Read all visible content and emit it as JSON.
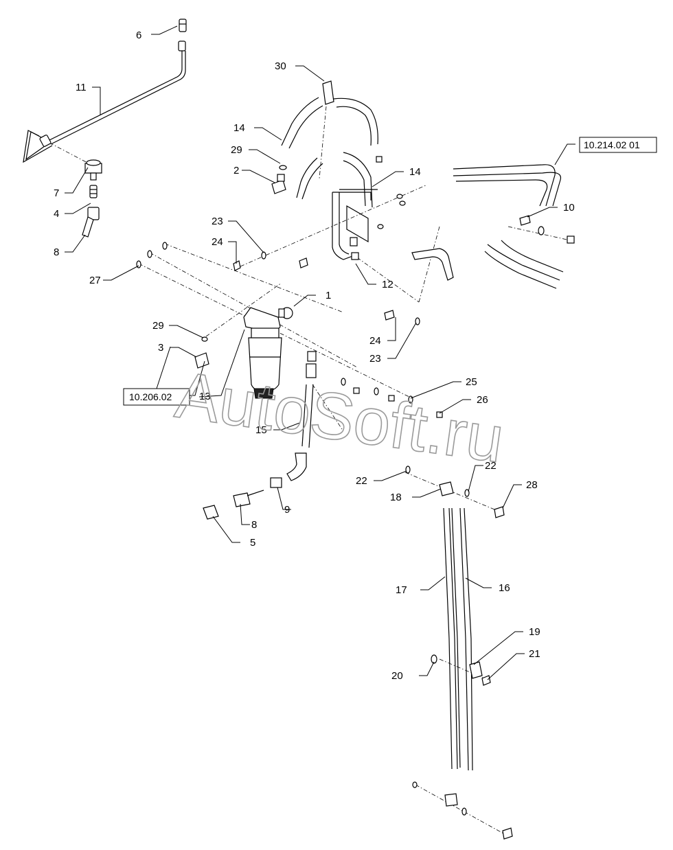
{
  "labels": {
    "p1": "1",
    "p2": "2",
    "p3": "3",
    "p4": "4",
    "p5": "5",
    "p6": "6",
    "p7": "7",
    "p8a": "8",
    "p8b": "8",
    "p9": "9",
    "p10": "10",
    "p11": "11",
    "p12": "12",
    "p13": "13",
    "p14a": "14",
    "p14b": "14",
    "p15": "15",
    "p16": "16",
    "p17": "17",
    "p18": "18",
    "p19": "19",
    "p20": "20",
    "p21": "21",
    "p22a": "22",
    "p22b": "22",
    "p23a": "23",
    "p23b": "23",
    "p24a": "24",
    "p24b": "24",
    "p25": "25",
    "p26": "26",
    "p27": "27",
    "p28": "28",
    "p29a": "29",
    "p29b": "29",
    "p30": "30"
  },
  "references": {
    "ref_top": "10.214.02 01",
    "ref_left": "10.206.02"
  },
  "watermark": "AutoSoft.ru"
}
